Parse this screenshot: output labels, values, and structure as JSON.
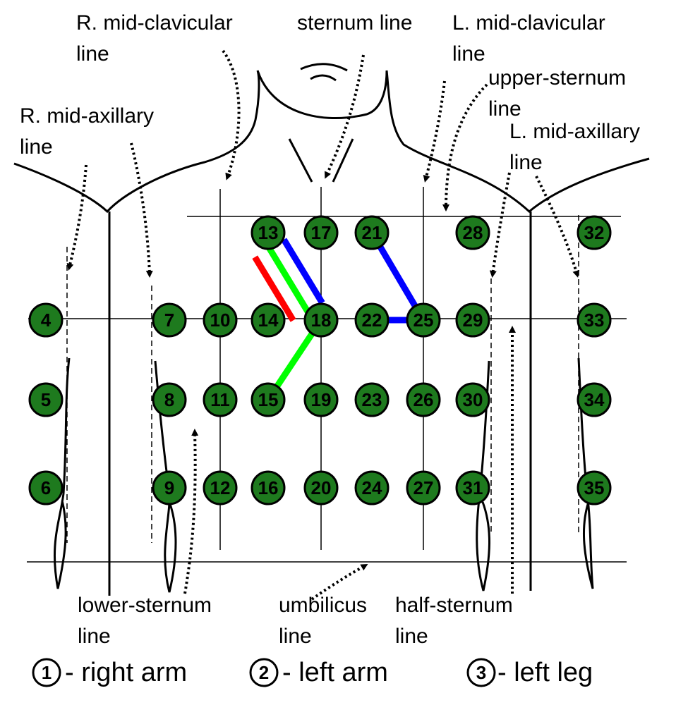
{
  "labels": {
    "r_mid_clavicular": [
      "R. mid-clavicular",
      "line"
    ],
    "sternum": [
      "sternum line"
    ],
    "l_mid_clavicular": [
      "L. mid-clavicular",
      "line"
    ],
    "upper_sternum": [
      "upper-sternum",
      "line"
    ],
    "r_mid_axillary": [
      "R. mid-axillary",
      "line"
    ],
    "l_mid_axillary": [
      "L. mid-axillary",
      "line"
    ],
    "lower_sternum": [
      "lower-sternum",
      "line"
    ],
    "umbilicus": [
      "umbilicus",
      "line"
    ],
    "half_sternum": [
      "half-sternum",
      "line"
    ]
  },
  "electrodes": [
    {
      "id": "4"
    },
    {
      "id": "5"
    },
    {
      "id": "6"
    },
    {
      "id": "7"
    },
    {
      "id": "8"
    },
    {
      "id": "9"
    },
    {
      "id": "10"
    },
    {
      "id": "11"
    },
    {
      "id": "12"
    },
    {
      "id": "13"
    },
    {
      "id": "14"
    },
    {
      "id": "15"
    },
    {
      "id": "16"
    },
    {
      "id": "17"
    },
    {
      "id": "18"
    },
    {
      "id": "19"
    },
    {
      "id": "20"
    },
    {
      "id": "21"
    },
    {
      "id": "22"
    },
    {
      "id": "23"
    },
    {
      "id": "24"
    },
    {
      "id": "25"
    },
    {
      "id": "26"
    },
    {
      "id": "27"
    },
    {
      "id": "28"
    },
    {
      "id": "29"
    },
    {
      "id": "30"
    },
    {
      "id": "31"
    },
    {
      "id": "32"
    },
    {
      "id": "33"
    },
    {
      "id": "34"
    },
    {
      "id": "35"
    }
  ],
  "connections": [
    {
      "from": "13",
      "to": "18",
      "color": "#0000ff"
    },
    {
      "from": "13",
      "to": "18",
      "color": "#00ff00"
    },
    {
      "from": "13",
      "to": "18",
      "color": "#ff0000"
    },
    {
      "from": "18",
      "to": "15",
      "color": "#00ff00"
    },
    {
      "from": "21",
      "to": "25",
      "color": "#0000ff"
    },
    {
      "from": "22",
      "to": "25",
      "color": "#0000ff"
    }
  ],
  "legend": [
    {
      "num": "1",
      "text": "- right arm"
    },
    {
      "num": "2",
      "text": "- left arm"
    },
    {
      "num": "3",
      "text": "- left leg"
    }
  ],
  "colors": {
    "electrode_fill": "#1e7a1e",
    "electrode_stroke": "#000000",
    "line": "#000000"
  }
}
